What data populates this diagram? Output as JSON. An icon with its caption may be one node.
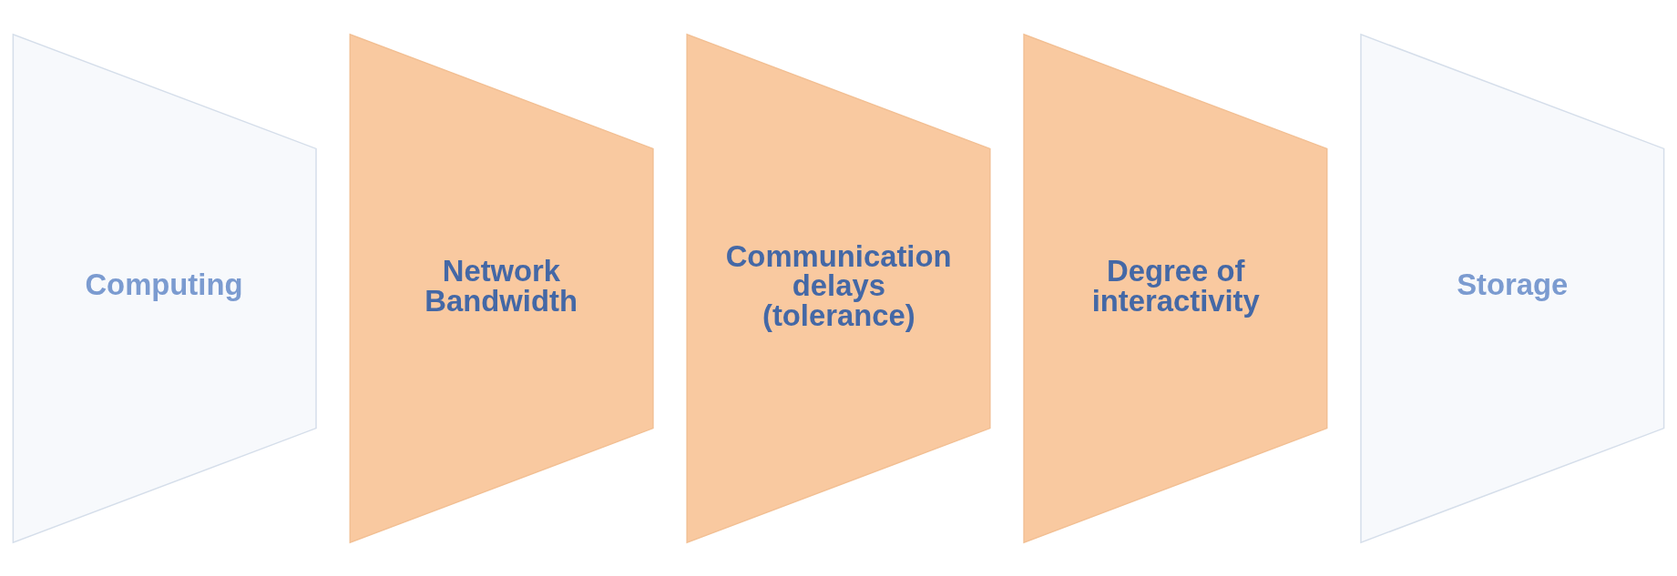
{
  "diagram": {
    "nodes": [
      {
        "text": [
          "Computing"
        ]
      },
      {
        "text": [
          "Network Bandwidth"
        ]
      },
      {
        "text": [
          "Communication delays (tolerance)"
        ]
      },
      {
        "text": [
          "Degree of interactivity"
        ]
      },
      {
        "text": [
          "Storage"
        ]
      }
    ]
  }
}
